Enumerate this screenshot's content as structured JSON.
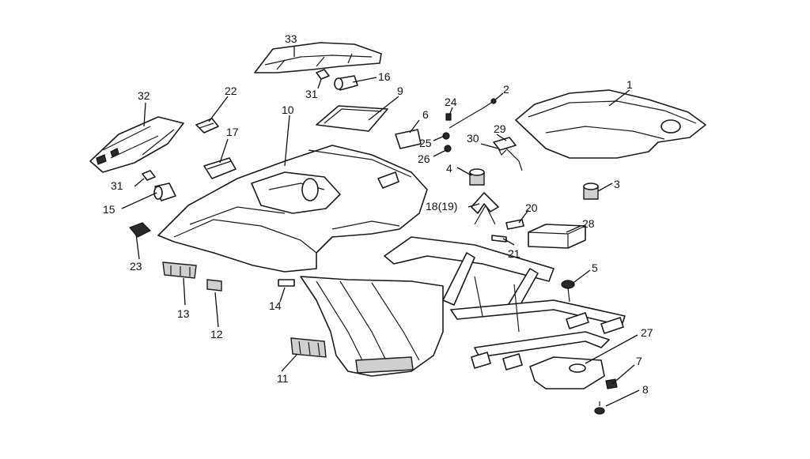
{
  "callouts": {
    "c1": "1",
    "c2": "2",
    "c3": "3",
    "c4": "4",
    "c5": "5",
    "c6": "6",
    "c7": "7",
    "c8": "8",
    "c9": "9",
    "c10": "10",
    "c11": "11",
    "c12": "12",
    "c13": "13",
    "c14": "14",
    "c15": "15",
    "c16": "16",
    "c17": "17",
    "c18": "18(19)",
    "c20": "20",
    "c21": "21",
    "c22": "22",
    "c23": "23",
    "c24": "24",
    "c25": "25",
    "c26": "26",
    "c27": "27",
    "c28": "28",
    "c29": "29",
    "c30": "30",
    "c31a": "31",
    "c31b": "31",
    "c32": "32",
    "c33": "33"
  }
}
